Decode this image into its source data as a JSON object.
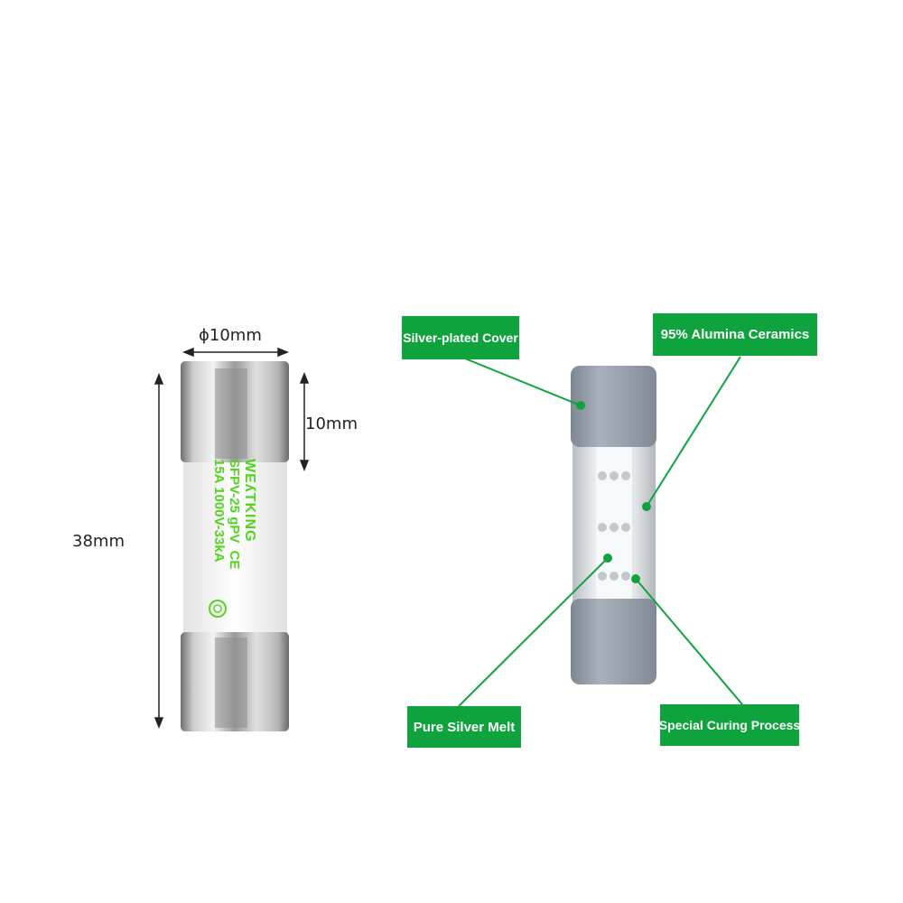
{
  "dimensions": {
    "diameter": "ϕ10mm",
    "cap_length": "10mm",
    "total_length": "38mm"
  },
  "fuse_label": {
    "brand": "WEʎTKING",
    "model": "SFPV-25  gPV",
    "ce_mark": "CE",
    "rating": "15A 1000V-33kA"
  },
  "callouts": {
    "silver_cover": "Silver-plated Cover",
    "alumina": "95% Alumina Ceramics",
    "silver_melt": "Pure Silver Melt",
    "curing": "Special Curing Process"
  },
  "colors": {
    "callout_green": "#0ea33c",
    "label_text_green": "#52d41e",
    "cap_gray": "#8f9aa5"
  },
  "icons": [
    "fuse-photo",
    "fuse-cutaway-illustration",
    "certification-mark-icon",
    "dimension-arrow-icon"
  ]
}
